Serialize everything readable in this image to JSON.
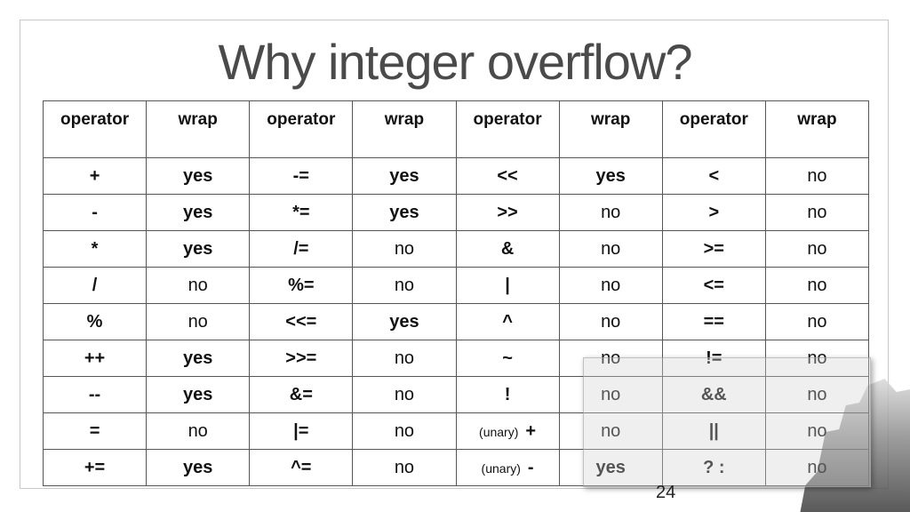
{
  "slide": {
    "title": "Why integer overflow?",
    "page_number": "24"
  },
  "table": {
    "headers": [
      "operator",
      "wrap",
      "operator",
      "wrap",
      "operator",
      "wrap",
      "operator",
      "wrap"
    ],
    "rows": [
      [
        {
          "op": "+"
        },
        "yes",
        {
          "op": "-="
        },
        "yes",
        {
          "op": "<<"
        },
        "yes",
        {
          "op": "<"
        },
        "no"
      ],
      [
        {
          "op": "-"
        },
        "yes",
        {
          "op": "*="
        },
        "yes",
        {
          "op": ">>"
        },
        "no",
        {
          "op": ">"
        },
        "no"
      ],
      [
        {
          "op": "*"
        },
        "yes",
        {
          "op": "/="
        },
        "no",
        {
          "op": "&"
        },
        "no",
        {
          "op": ">="
        },
        "no"
      ],
      [
        {
          "op": "/"
        },
        "no",
        {
          "op": "%="
        },
        "no",
        {
          "op": "|"
        },
        "no",
        {
          "op": "<="
        },
        "no"
      ],
      [
        {
          "op": "%"
        },
        "no",
        {
          "op": "<<="
        },
        "yes",
        {
          "op": "^"
        },
        "no",
        {
          "op": "=="
        },
        "no"
      ],
      [
        {
          "op": "++"
        },
        "yes",
        {
          "op": ">>="
        },
        "no",
        {
          "op": "~"
        },
        "no",
        {
          "op": "!="
        },
        "no"
      ],
      [
        {
          "op": "--"
        },
        "yes",
        {
          "op": "&="
        },
        "no",
        {
          "op": "!"
        },
        "no",
        {
          "op": "&&"
        },
        "no"
      ],
      [
        {
          "op": "="
        },
        "no",
        {
          "op": "|="
        },
        "no",
        {
          "prefix": "(unary)",
          "op": "+"
        },
        "no",
        {
          "op": "||"
        },
        "no"
      ],
      [
        {
          "op": "+="
        },
        "yes",
        {
          "op": "^="
        },
        "no",
        {
          "prefix": "(unary)",
          "op": "-"
        },
        "yes",
        {
          "op": "? :"
        },
        "no"
      ]
    ]
  }
}
